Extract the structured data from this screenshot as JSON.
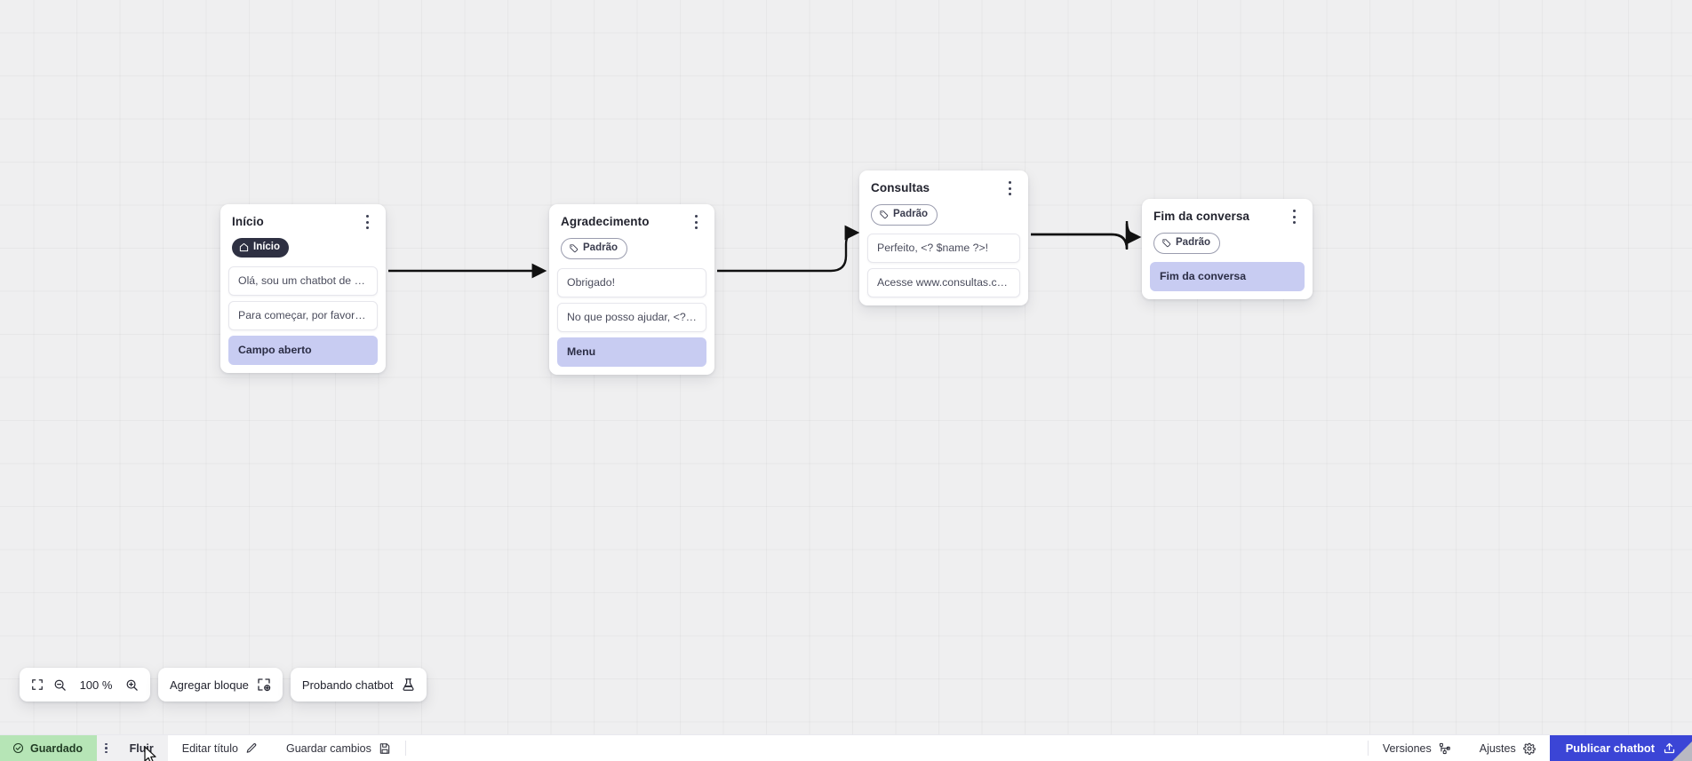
{
  "canvas": {
    "zoom_level": "100 %",
    "nodes": [
      {
        "id": "inicio",
        "title": "Início",
        "badge": {
          "label": "Início",
          "icon": "home-icon",
          "style": "start"
        },
        "rows": [
          {
            "text": "Olá, sou um chatbot de teste!",
            "kind": "message"
          },
          {
            "text": "Para começar, por favor digite o ...",
            "kind": "message"
          },
          {
            "text": "Campo aberto",
            "kind": "action"
          }
        ]
      },
      {
        "id": "agradecimento",
        "title": "Agradecimento",
        "badge": {
          "label": "Padrão",
          "icon": "tag-icon",
          "style": "default"
        },
        "rows": [
          {
            "text": "Obrigado!",
            "kind": "message"
          },
          {
            "text": "No que posso ajudar, <? $name ...",
            "kind": "message"
          },
          {
            "text": "Menu",
            "kind": "action"
          }
        ]
      },
      {
        "id": "consultas",
        "title": "Consultas",
        "badge": {
          "label": "Padrão",
          "icon": "tag-icon",
          "style": "default"
        },
        "rows": [
          {
            "text": "Perfeito, <? $name ?>!",
            "kind": "message"
          },
          {
            "text": "Acesse www.consultas.com par...",
            "kind": "message"
          }
        ]
      },
      {
        "id": "fim",
        "title": "Fim da conversa",
        "badge": {
          "label": "Padrão",
          "icon": "tag-icon",
          "style": "default"
        },
        "rows": [
          {
            "text": "Fim da conversa",
            "kind": "action"
          }
        ]
      }
    ],
    "node_menu_icon": "kebab-menu-icon"
  },
  "toolbar": {
    "fit_view_icon": "fit-screen-icon",
    "zoom_out_icon": "zoom-out-icon",
    "zoom_level": "100 %",
    "zoom_in_icon": "zoom-in-icon",
    "add_block_label": "Agregar bloque",
    "add_block_icon": "add-block-icon",
    "test_chatbot_label": "Probando chatbot",
    "test_chatbot_icon": "flask-icon"
  },
  "statusbar": {
    "saved_label": "Guardado",
    "saved_icon": "check-circle-icon",
    "kebab_icon": "kebab-menu-icon",
    "tab_flow_label": "Fluir",
    "edit_title_label": "Editar título",
    "edit_title_icon": "pencil-icon",
    "save_changes_label": "Guardar cambios",
    "save_changes_icon": "floppy-disk-icon",
    "versions_label": "Versiones",
    "versions_icon": "branch-icon",
    "settings_label": "Ajustes",
    "settings_icon": "gear-icon",
    "publish_label": "Publicar chatbot",
    "publish_icon": "upload-icon"
  },
  "colors": {
    "accent": "#3b45d6",
    "action_row": "#c8ccf2",
    "saved_green": "#b6e5b6",
    "badge_start": "#2e3042",
    "canvas_bg": "#efeff0"
  }
}
